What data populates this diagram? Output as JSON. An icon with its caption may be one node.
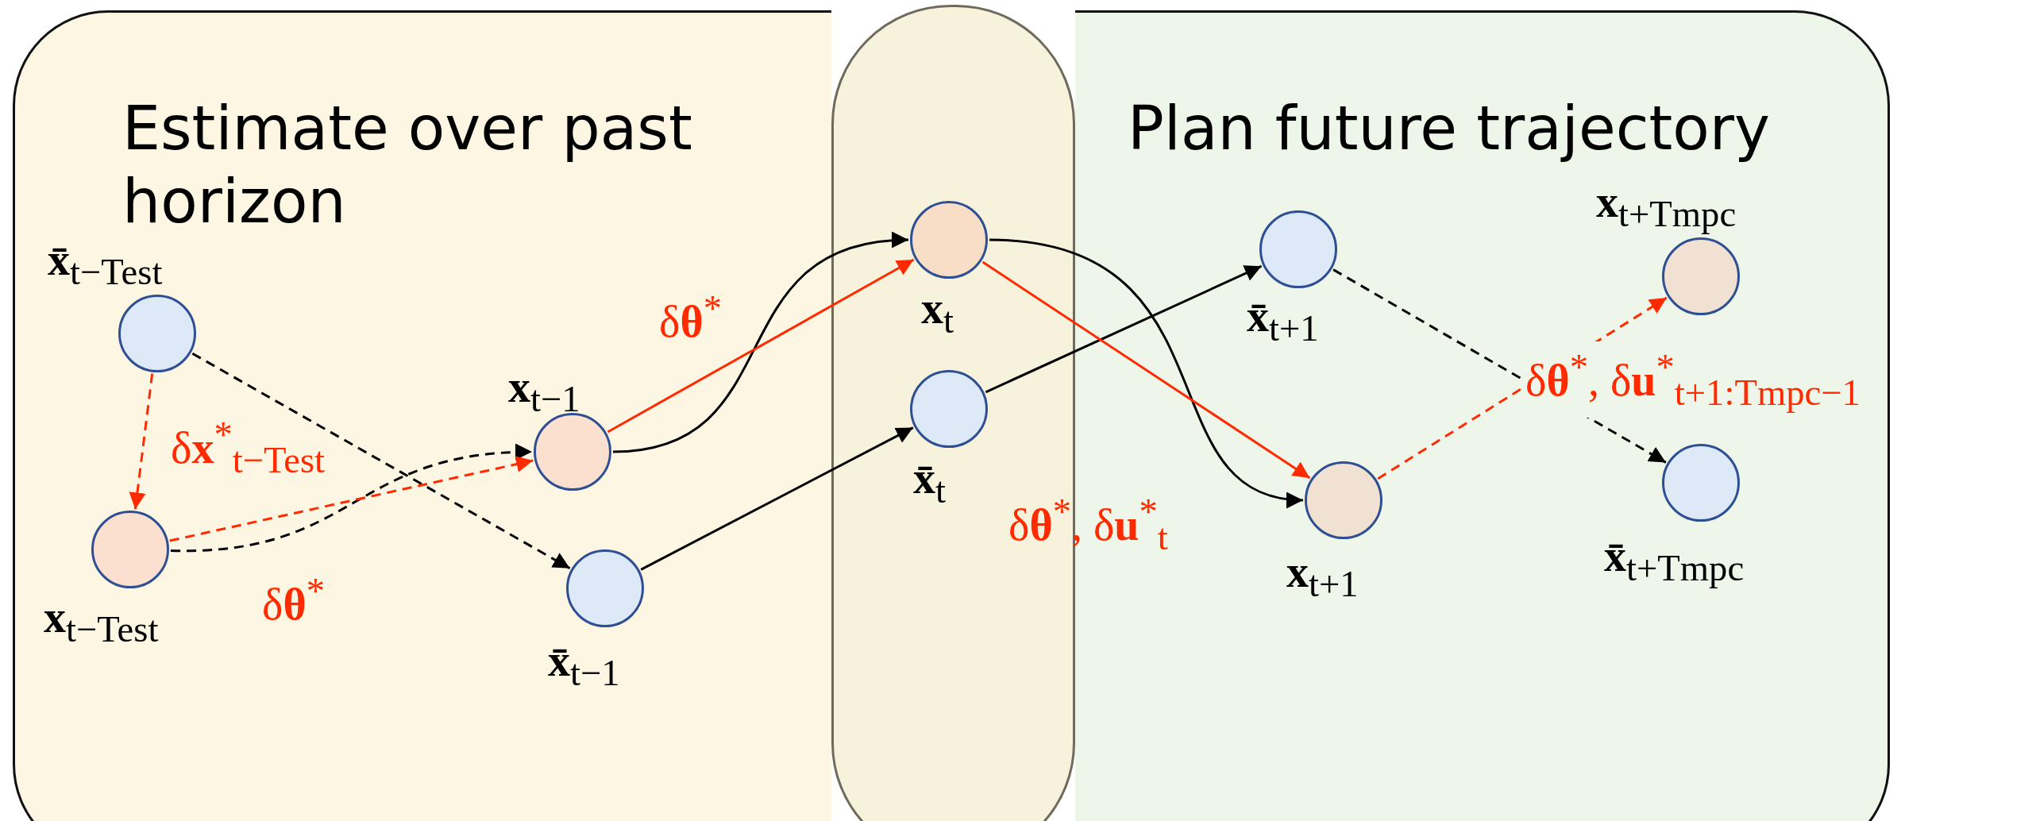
{
  "diagram": {
    "nodes": [
      {
        "text": [
          "Estimate over past horizon"
        ]
      },
      {
        "text": [
          "Plan future trajectory"
        ]
      },
      {
        "text": [],
        "shape": "box"
      },
      {
        "text": [],
        "shape": "circle",
        "in": 0,
        "beside": [
          "**x̄**$_{t−Test}$"
        ]
      },
      {
        "text": [],
        "shape": "circle",
        "in": 0,
        "beside": [
          "**x**$_{t−Test}$"
        ]
      },
      {
        "text": [],
        "shape": "circle",
        "in": 0,
        "beside": [
          "**x**$_{t−1}$"
        ]
      },
      {
        "text": [],
        "shape": "circle",
        "in": 0,
        "beside": [
          "**x̄**$_{t−1}$"
        ]
      },
      {
        "text": [],
        "shape": "circle",
        "in": 2,
        "beside": [
          "**x**$_{t}$"
        ]
      },
      {
        "text": [],
        "shape": "circle",
        "in": 2,
        "beside": [
          "**x̄**$_{t}$"
        ]
      },
      {
        "text": [],
        "shape": "circle",
        "in": 1,
        "beside": [
          "**x̄**$_{t+1}$"
        ]
      },
      {
        "text": [],
        "shape": "circle",
        "in": 1,
        "beside": [
          "**x**$_{t+1}$"
        ]
      },
      {
        "text": [],
        "shape": "circle",
        "in": 1,
        "beside": [
          "**x**$_{t+Tmpc}$"
        ]
      },
      {
        "text": [],
        "shape": "circle",
        "in": 1,
        "beside": [
          "**x̄**$_{t+Tmpc}$"
        ]
      }
    ],
    "edges": [
      {
        "from": 3,
        "to": 6,
        "arrow": "to",
        "style": "dashed"
      },
      {
        "from": 3,
        "to": 4,
        "arrow": "to",
        "style": "dashed",
        "color": "#ff2a00",
        "label": "δ**x**$^{*}$$_{t−Test}$"
      },
      {
        "from": 4,
        "to": 5,
        "arrow": "to",
        "style": "dashed"
      },
      {
        "from": 4,
        "to": 5,
        "arrow": "to",
        "style": "dashed",
        "color": "#ff2a00",
        "label": "δ**θ**$^{*}$"
      },
      {
        "from": 5,
        "to": 7,
        "arrow": "to"
      },
      {
        "from": 5,
        "to": 7,
        "arrow": "to",
        "color": "#ff2a00",
        "label": "δ**θ**$^{*}$"
      },
      {
        "from": 6,
        "to": 8,
        "arrow": "to"
      },
      {
        "from": 8,
        "to": 9,
        "arrow": "to"
      },
      {
        "from": 7,
        "to": 10,
        "arrow": "to"
      },
      {
        "from": 7,
        "to": 10,
        "arrow": "to",
        "color": "#ff2a00",
        "label": "δ**θ**$^{*}$, δ**u**$^{*}$$_{t}$"
      },
      {
        "from": 9,
        "to": 12,
        "arrow": "to",
        "style": "dashed"
      },
      {
        "from": 10,
        "to": 11,
        "arrow": "to",
        "style": "dashed",
        "color": "#ff2a00",
        "label": "δ**θ**$^{*}$, δ**u**$^{*}$$_{t+1:Tmpc−1}$"
      }
    ]
  }
}
